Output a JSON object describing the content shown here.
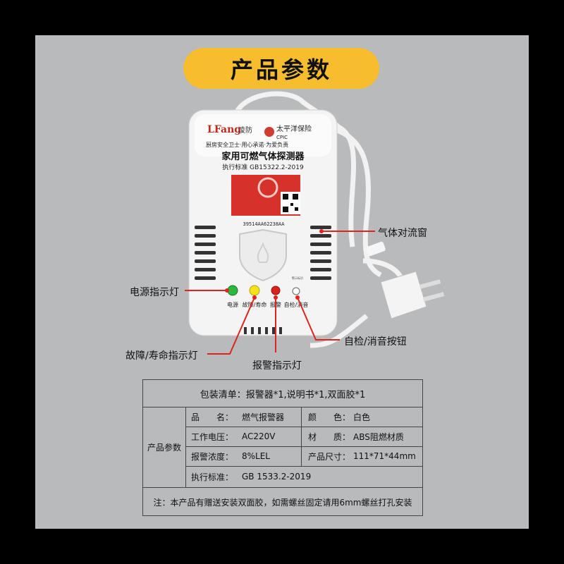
{
  "title": "产品参数",
  "device": {
    "brand_logo": "LFang",
    "brand_name": "凌防",
    "slogan": "厨房安全卫士·用心承诺·为爱负责",
    "insurer": "太平洋保险",
    "insurer_en": "CPIC",
    "product_name": "家用可燃气体探测器",
    "standard": "执行标准 GB15322.2-2019",
    "serial": "39514AA62238AA",
    "indicator_labels": [
      "电源",
      "故障/寿命",
      "报警",
      "自检/消音"
    ],
    "small_note": "警示标识"
  },
  "callouts": {
    "vent": "气体对流窗",
    "power": "电源指示灯",
    "selftest": "自检/消音按钮",
    "fault": "故障/寿命指示灯",
    "alarm": "报警指示灯"
  },
  "colors": {
    "accent": "#f6bd2f",
    "callout_line": "#e0231c",
    "power_led": "#28b83a",
    "fault_led": "#f4e21a",
    "alarm_led": "#d8221c"
  },
  "spec": {
    "package": "包装清单：报警器*1,说明书*1,双面胶*1",
    "section_label": "产品参数",
    "rows": [
      {
        "k1": "品　　名：",
        "v1": "燃气报警器",
        "k2": "颜　　色：",
        "v2": "白色"
      },
      {
        "k1": "工作电压：",
        "v1": "AC220V",
        "k2": "材　　质：",
        "v2": "ABS阻燃材质"
      },
      {
        "k1": "报警浓度：",
        "v1": "8%LEL",
        "k2": "产品尺寸：",
        "v2": "111*71*44mm"
      }
    ],
    "standard_key": "执行标准：",
    "standard_val": "GB 1533.2-2019",
    "note": "注：本产品有赠送安装双面胶，如需螺丝固定请用6mm螺丝打孔安装"
  }
}
